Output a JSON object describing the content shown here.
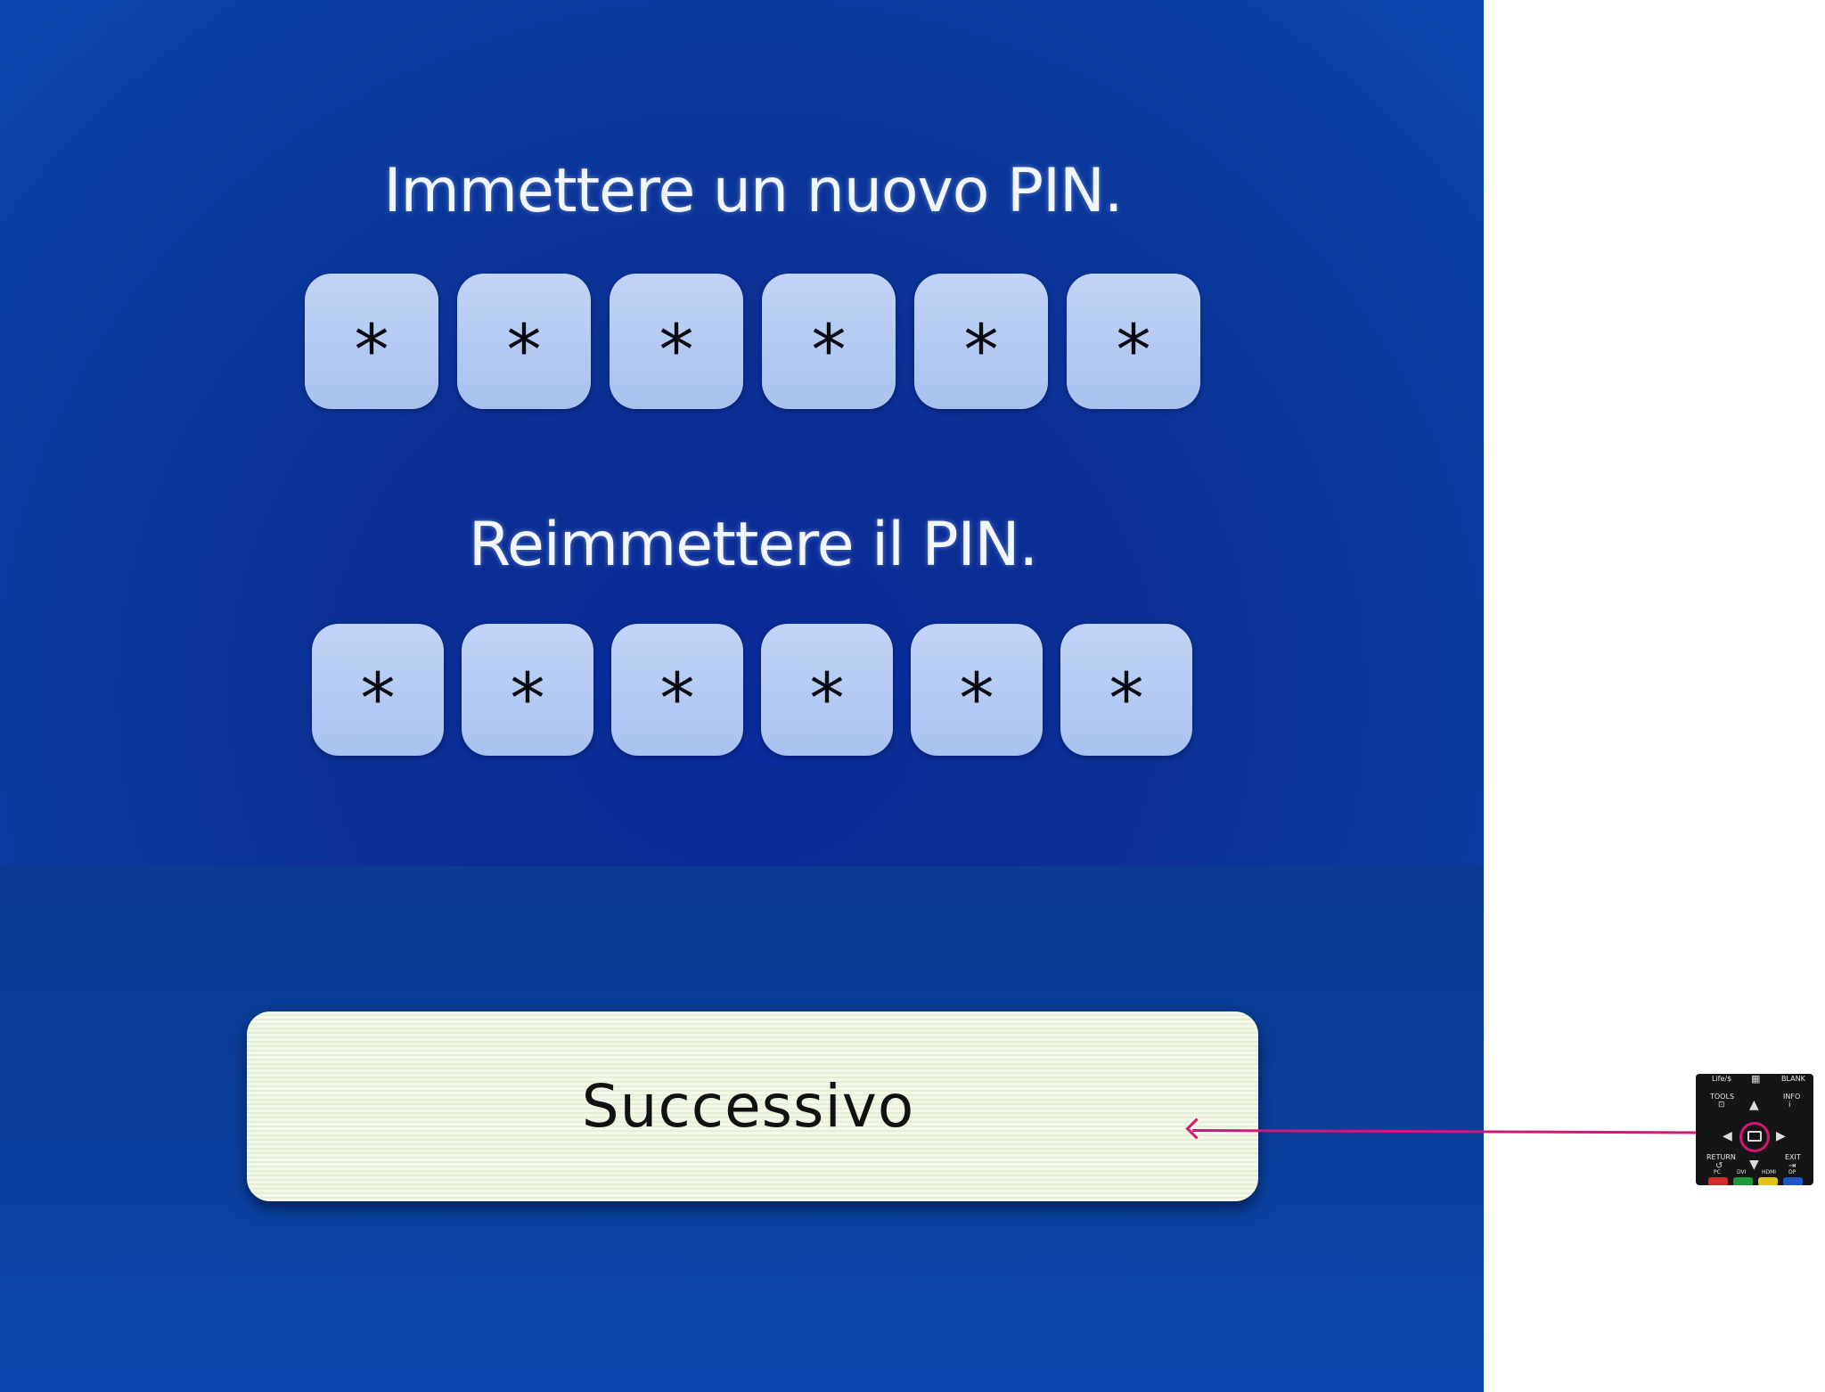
{
  "screen": {
    "prompt_new": "Immettere un nuovo PIN.",
    "pin_new": [
      "*",
      "*",
      "*",
      "*",
      "*",
      "*"
    ],
    "prompt_confirm": "Reimmettere il PIN.",
    "pin_confirm": [
      "*",
      "*",
      "*",
      "*",
      "*",
      "*"
    ],
    "next_label": "Successivo"
  },
  "remote": {
    "keys": {
      "top_left": "Life/$",
      "top_right": "BLANK",
      "tools": "TOOLS",
      "info": "INFO",
      "return": "RETURN",
      "exit": "EXIT",
      "pc": "PC",
      "dvi": "DVI",
      "hdmi": "HDMI",
      "dp": "DP"
    },
    "colors": {
      "red": "#d62b2b",
      "green": "#1f9a3a",
      "yellow": "#e3c11b",
      "blue": "#1f55c9"
    }
  },
  "accent": {
    "pointer": "#d0187a",
    "screen_blue": "#0b3aa0"
  }
}
